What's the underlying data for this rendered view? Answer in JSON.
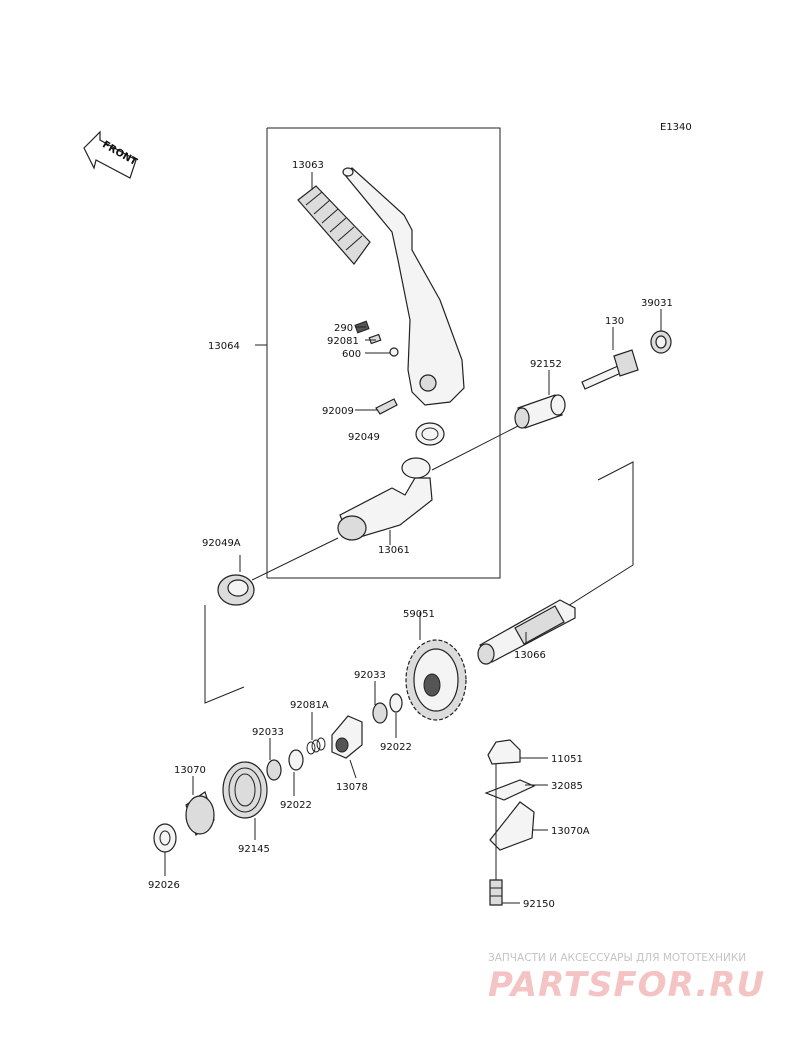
{
  "diagram_code": "E1340",
  "front_label": "FRONT",
  "parts": {
    "p13063": "13063",
    "p13064": "13064",
    "p290": "290",
    "p92081": "92081",
    "p600": "600",
    "p92009": "92009",
    "p92049": "92049",
    "p13061": "13061",
    "p92049A": "92049A",
    "p92152": "92152",
    "p130": "130",
    "p39031": "39031",
    "p59051": "59051",
    "p13066": "13066",
    "p92033a": "92033",
    "p92022a": "92022",
    "p92081A": "92081A",
    "p92033b": "92033",
    "p13078": "13078",
    "p13070": "13070",
    "p92022b": "92022",
    "p92145": "92145",
    "p92026": "92026",
    "p11051": "11051",
    "p32085": "32085",
    "p13070A": "13070A",
    "p92150": "92150"
  },
  "watermark": {
    "tagline": "ЗАПЧАСТИ И АКСЕССУАРЫ ДЛЯ МОТОТЕХНИКИ",
    "brand": "PARTSFOR.RU"
  },
  "colors": {
    "line": "#222222",
    "watermark_brand": "#f4c4c4",
    "watermark_text": "#c4c4c4"
  }
}
